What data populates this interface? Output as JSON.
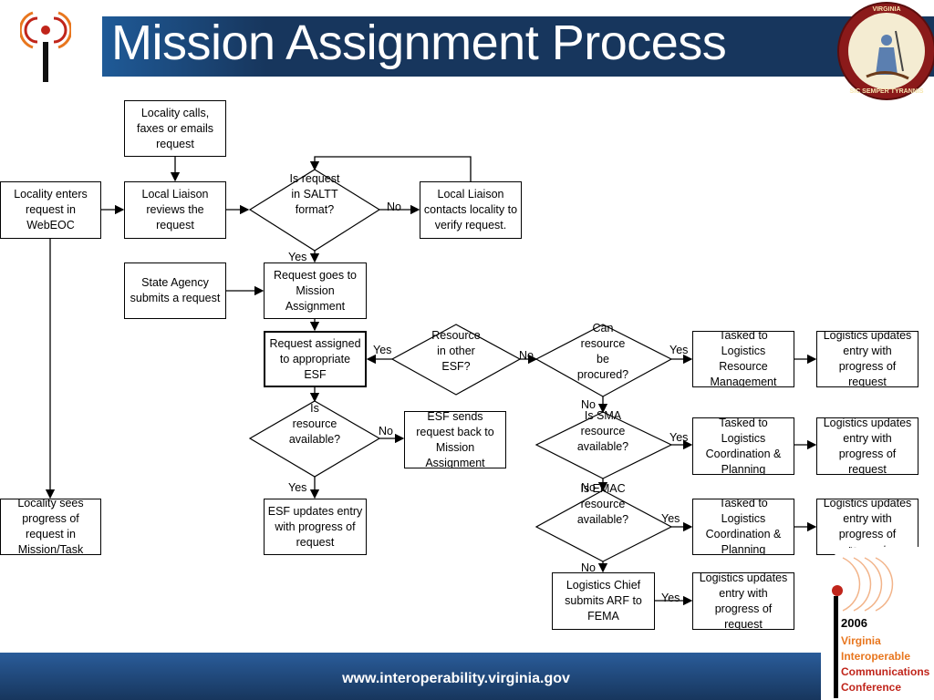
{
  "header": {
    "title": "Mission Assignment Process"
  },
  "seal": {
    "top_text": "VIRGINIA",
    "bottom_text": "SIC SEMPER TYRANNIS"
  },
  "nodes": {
    "locality_calls": "Locality calls, faxes or emails request",
    "locality_enters": "Locality enters request in WebEOC",
    "liaison_reviews": "Local Liaison reviews the request",
    "saltt_decision": "Is request in SALTT format?",
    "liaison_contacts": "Local Liaison contacts locality to verify request.",
    "state_agency": "State Agency submits a request",
    "goes_to_ma": "Request goes to Mission Assignment",
    "assigned_esf": "Request assigned to appropriate ESF",
    "other_esf_decision": "Resource in other ESF?",
    "procured_decision": "Can resource be procured?",
    "tasked_lrm": "Tasked to Logistics Resource Management",
    "logistics_updates_1": "Logistics updates entry with progress of request",
    "resource_avail_decision": "Is resource available?",
    "esf_sends_back": "ESF sends request back to Mission Assignment",
    "sma_decision": "Is SMA resource available?",
    "tasked_lcp_1": "Tasked to Logistics Coordination & Planning",
    "logistics_updates_2": "Logistics updates entry with progress of request",
    "locality_sees": "Locality sees progress of request in Mission/Task",
    "esf_updates": "ESF updates entry with progress of request",
    "emac_decision": "Is EMAC resource available?",
    "tasked_lcp_2": "Tasked to Logistics Coordination & Planning",
    "logistics_updates_3": "Logistics updates entry with progress of request",
    "chief_submits_arf": "Logistics Chief submits ARF to FEMA",
    "logistics_updates_4": "Logistics updates entry with progress of request"
  },
  "labels": {
    "saltt_no": "No",
    "saltt_yes": "Yes",
    "other_esf_yes": "Yes",
    "other_esf_no": "No",
    "procured_yes": "Yes",
    "procured_no": "No",
    "avail_no": "No",
    "avail_yes": "Yes",
    "sma_yes": "Yes",
    "sma_no": "No",
    "emac_yes": "Yes",
    "emac_no": "No",
    "arf_yes": "Yes"
  },
  "footer": {
    "url": "www.interoperability.virginia.gov"
  },
  "conference": {
    "year": "2006",
    "line1": "Virginia",
    "line2": "Interoperable",
    "line3": "Communications",
    "line4": "Conference"
  },
  "colors": {
    "header_band": "#17365d",
    "accent_orange": "#e8761e",
    "accent_red": "#c0251b",
    "seal_red": "#8b1a1a"
  }
}
